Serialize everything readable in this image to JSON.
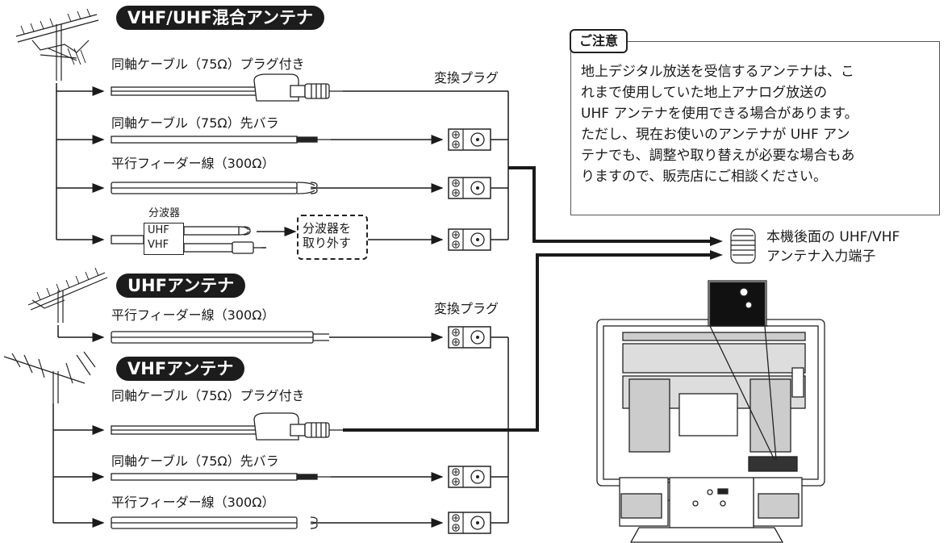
{
  "antennas": {
    "vhf_uhf": "VHF/UHF混合アンテナ",
    "uhf": "UHFアンテナ",
    "vhf": "VHFアンテナ"
  },
  "cables": {
    "coax_plug": "同軸ケーブル（75Ω）プラグ付き",
    "coax_bare": "同軸ケーブル（75Ω）先バラ",
    "feeder": "平行フィーダー線（300Ω）"
  },
  "splitter": {
    "title": "分波器",
    "uhf": "UHF",
    "vhf": "VHF",
    "remove_line1": "分波器を",
    "remove_line2": "取り外す"
  },
  "plug_label": "変換プラグ",
  "terminal": {
    "line1": "本機後面の UHF/VHF",
    "line2": "アンテナ入力端子"
  },
  "note": {
    "title": "ご注意",
    "lines": [
      "地上デジタル放送を受信するアンテナは、こ",
      "れまで使用していた地上アナログ放送の",
      "UHF アンテナを使用できる場合があります。",
      "ただし、現在お使いのアンテナが UHF アン",
      "テナでも、調整や取り替えが必要な場合もあ",
      "りますので、販売店にご相談ください。"
    ]
  },
  "colors": {
    "pill_bg": "#1c1c1c",
    "line": "#1a1a1a"
  }
}
